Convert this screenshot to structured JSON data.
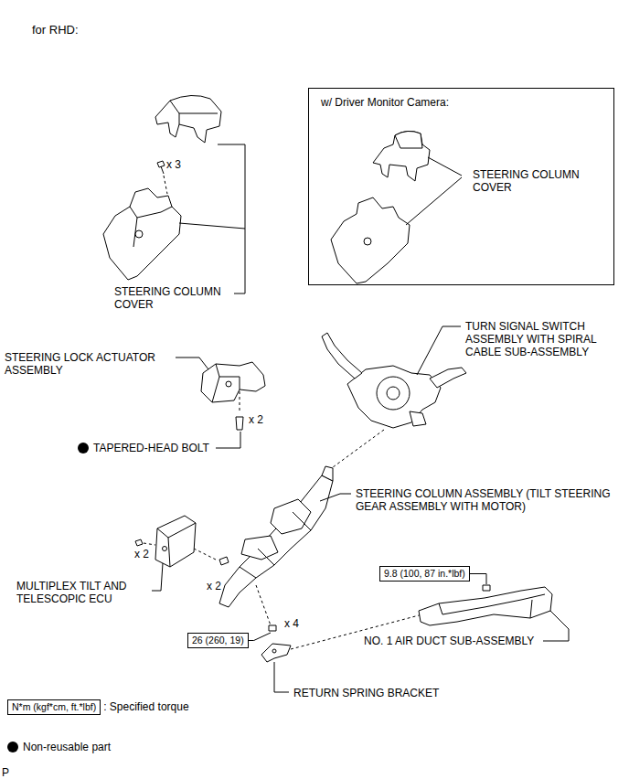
{
  "diagram": {
    "title": "for RHD:",
    "nodes": [
      {
        "text": [
          "w/ Driver Monitor Camera:",
          "STEERING COLUMN COVER"
        ]
      },
      {
        "text": [
          "9.8 (100, 87 in.*lbf)"
        ]
      },
      {
        "text": [
          "26 (260, 19)"
        ]
      },
      {
        "text": [
          "N*m (kgf*cm, ft.*lbf)"
        ]
      }
    ],
    "labels": [
      "x 3",
      "STEERING COLUMN COVER",
      "STEERING LOCK ACTUATOR ASSEMBLY",
      "x 2",
      "TAPERED-HEAD BOLT",
      "TURN SIGNAL SWITCH ASSEMBLY WITH SPIRAL CABLE SUB-ASSEMBLY",
      "STEERING COLUMN ASSEMBLY (TILT STEERING GEAR ASSEMBLY WITH MOTOR)",
      "x 2",
      "MULTIPLEX TILT AND TELESCOPIC ECU",
      "x 2",
      "x 4",
      "NO. 1 AIR DUCT SUB-ASSEMBLY",
      "RETURN SPRING BRACKET",
      "P"
    ],
    "legend": [
      {
        "text": ": Specified torque"
      },
      {
        "text": "Non-reusable part"
      }
    ]
  }
}
